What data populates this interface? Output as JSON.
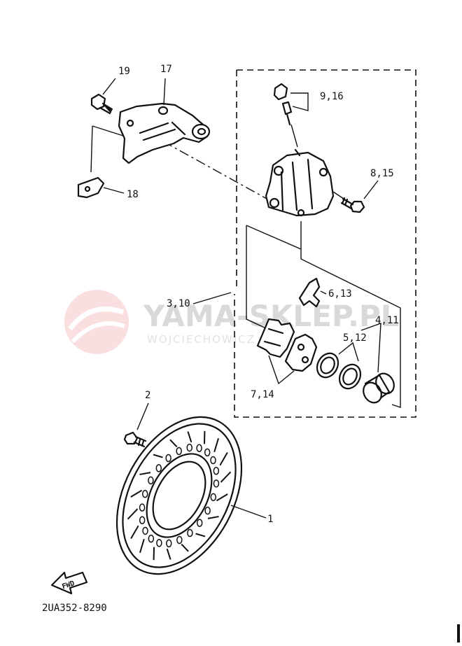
{
  "watermark": {
    "brand": "YAMA-SKLEP.PL",
    "tagline": "WOJCIECHOWICZ  R  Y  A  A"
  },
  "callouts": {
    "c19": "19",
    "c17": "17",
    "c18": "18",
    "c916": "9,16",
    "c815": "8,15",
    "c310": "3,10",
    "c613": "6,13",
    "c411": "4,11",
    "c512": "5,12",
    "c714": "7,14",
    "c2": "2",
    "c1": "1"
  },
  "fwd_label": "FWD",
  "diagram_code": "2UA352-8290",
  "colors": {
    "ink": "#111111",
    "watermark_logo": "#f2b6b6",
    "watermark_text": "#d9d9d9"
  }
}
